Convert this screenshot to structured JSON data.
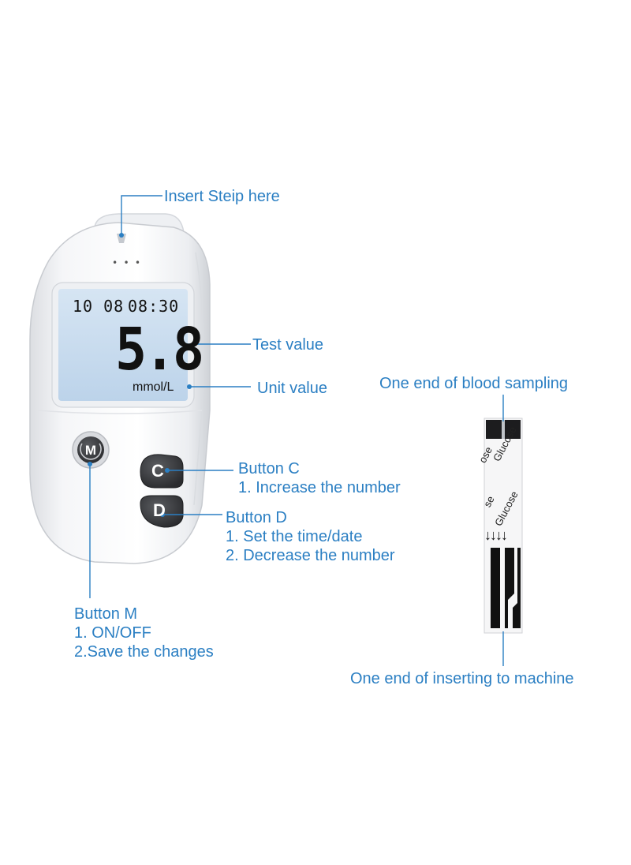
{
  "meter": {
    "date": "10 08",
    "time": "08:30",
    "reading": "5.8",
    "unit": "mmol/L",
    "dots": "• • •",
    "button_m": "M",
    "button_c": "C",
    "button_d": "D"
  },
  "strip": {
    "text_1": "Glucose",
    "text_2": "ose",
    "text_3": "Glucose",
    "text_4": "se",
    "arrows": "↓↓↓↓"
  },
  "labels": {
    "insert_strip": "Insert Steip here",
    "test_value": "Test value",
    "unit_value": "Unit value",
    "button_c": {
      "title": "Button C",
      "line1": "1. Increase the number"
    },
    "button_d": {
      "title": "Button D",
      "line1": "1. Set the time/date",
      "line2": "2. Decrease the number"
    },
    "button_m": {
      "title": "Button M",
      "line1": "1. ON/OFF",
      "line2": "2.Save the changes"
    },
    "blood_end": "One end of blood sampling",
    "machine_end": "One end of inserting to machine"
  },
  "colors": {
    "label": "#2b7fc3",
    "screen": "#c9ddef",
    "body": "#f4f5f7",
    "button": "#3c3d40"
  }
}
